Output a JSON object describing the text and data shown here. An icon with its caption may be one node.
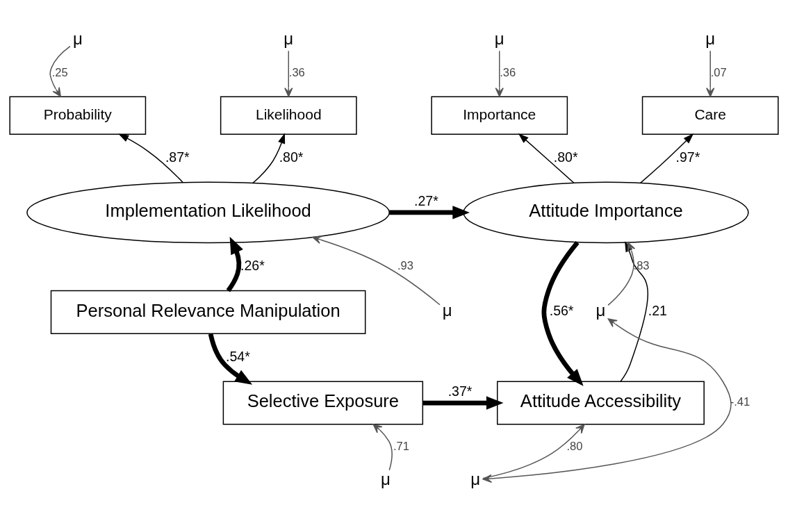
{
  "diagram": {
    "nodes": [
      {
        "text": [
          "Personal Relevance Manipulation"
        ]
      },
      {
        "text": [
          "Implementation Likelihood"
        ]
      },
      {
        "text": [
          "Attitude Importance"
        ]
      },
      {
        "text": [
          "Selective Exposure"
        ]
      },
      {
        "text": [
          "Attitude Accessibility"
        ]
      },
      {
        "text": [
          "Probability"
        ]
      },
      {
        "text": [
          "Likelihood"
        ]
      },
      {
        "text": [
          "Importance"
        ]
      },
      {
        "text": [
          "Care"
        ]
      },
      {
        "text": [
          "μ"
        ]
      },
      {
        "text": [
          "μ"
        ]
      },
      {
        "text": [
          "μ"
        ]
      },
      {
        "text": [
          "μ"
        ]
      },
      {
        "text": [
          "μ"
        ]
      },
      {
        "text": [
          "μ"
        ]
      },
      {
        "text": [
          "μ"
        ]
      },
      {
        "text": [
          "μ"
        ]
      }
    ],
    "edges": [
      {
        "from": 0,
        "to": 1,
        "arrow": "to",
        "label": ".26*",
        "style": "thick"
      },
      {
        "from": 0,
        "to": 3,
        "arrow": "to",
        "label": ".54*",
        "style": "thick"
      },
      {
        "from": 1,
        "to": 2,
        "arrow": "to",
        "label": ".27*",
        "style": "thick"
      },
      {
        "from": 3,
        "to": 4,
        "arrow": "to",
        "label": ".37*",
        "style": "thick"
      },
      {
        "from": 2,
        "to": 4,
        "arrow": "to",
        "label": ".56*",
        "style": "thick"
      },
      {
        "from": 4,
        "to": 2,
        "arrow": "to",
        "label": ".21"
      },
      {
        "from": 1,
        "to": 5,
        "arrow": "to",
        "label": ".87*"
      },
      {
        "from": 1,
        "to": 6,
        "arrow": "to",
        "label": ".80*"
      },
      {
        "from": 2,
        "to": 7,
        "arrow": "to",
        "label": ".80*"
      },
      {
        "from": 2,
        "to": 8,
        "arrow": "to",
        "label": ".97*"
      },
      {
        "from": 9,
        "to": 5,
        "arrow": "to",
        "label": ".25"
      },
      {
        "from": 10,
        "to": 6,
        "arrow": "to",
        "label": ".36"
      },
      {
        "from": 11,
        "to": 7,
        "arrow": "to",
        "label": ".36"
      },
      {
        "from": 12,
        "to": 8,
        "arrow": "to",
        "label": ".07"
      },
      {
        "from": 13,
        "to": 1,
        "arrow": "to",
        "label": ".93"
      },
      {
        "from": 14,
        "to": 2,
        "arrow": "to",
        "label": ".83"
      },
      {
        "from": 15,
        "to": 4,
        "arrow": "to",
        "label": ".80"
      },
      {
        "from": 16,
        "to": 3,
        "arrow": "to",
        "label": ".71"
      },
      {
        "from": 14,
        "to": 15,
        "arrow": "both",
        "label": "-.41"
      }
    ]
  }
}
